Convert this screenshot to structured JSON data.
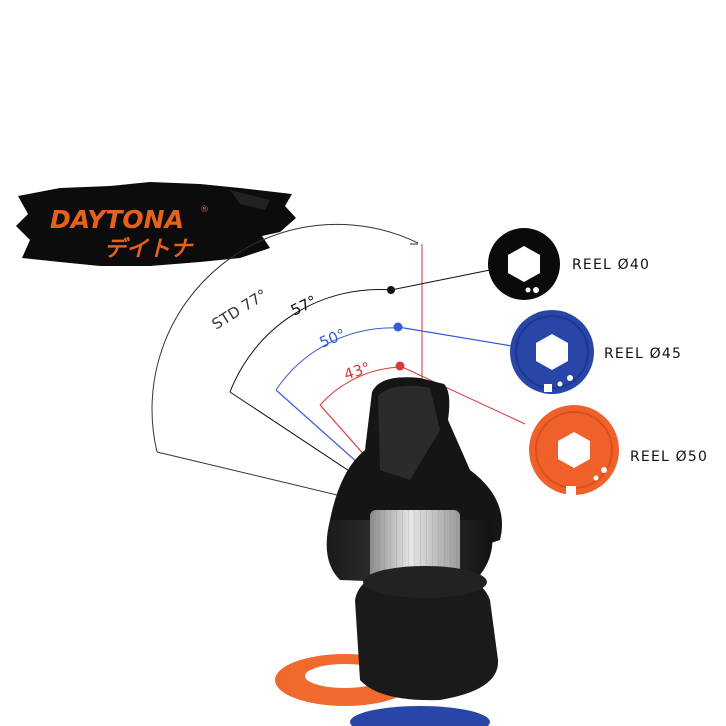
{
  "brand": {
    "name": "DAYTONA",
    "registered": "®",
    "katakana": "デイトナ",
    "color": "#e8611a"
  },
  "angles": [
    {
      "label": "STD 77°",
      "degrees": 77,
      "color": "#333333"
    },
    {
      "label": "57°",
      "degrees": 57,
      "color": "#111111"
    },
    {
      "label": "50°",
      "degrees": 50,
      "color": "#3a5bd6"
    },
    {
      "label": "43°",
      "degrees": 43,
      "color": "#d63a3a"
    }
  ],
  "reels": [
    {
      "label": "REEL Ø40",
      "color": "#0a0a0a"
    },
    {
      "label": "REEL Ø45",
      "color": "#2846a8"
    },
    {
      "label": "REEL Ø50",
      "color": "#f0602a"
    }
  ]
}
